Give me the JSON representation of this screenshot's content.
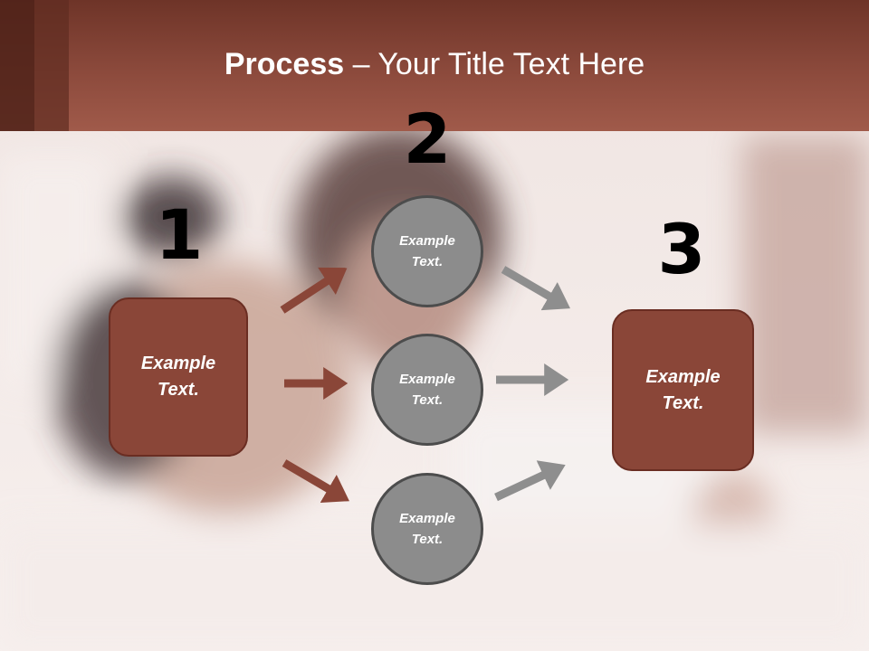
{
  "header": {
    "title_bold": "Process",
    "title_rest": " – Your Title Text Here"
  },
  "steps": {
    "step1_number": "1",
    "step2_number": "2",
    "step3_number": "3"
  },
  "nodes": {
    "left_box": "Example Text.",
    "circle_top": "Example Text.",
    "circle_middle": "Example Text.",
    "circle_bottom": "Example Text.",
    "right_box": "Example Text."
  },
  "colors": {
    "header": "#8c4a3c",
    "box_fill": "#8a4638",
    "circle_fill": "#8c8c8c",
    "arrow_brown": "#8a4638",
    "arrow_gray": "#8e8e8e"
  }
}
